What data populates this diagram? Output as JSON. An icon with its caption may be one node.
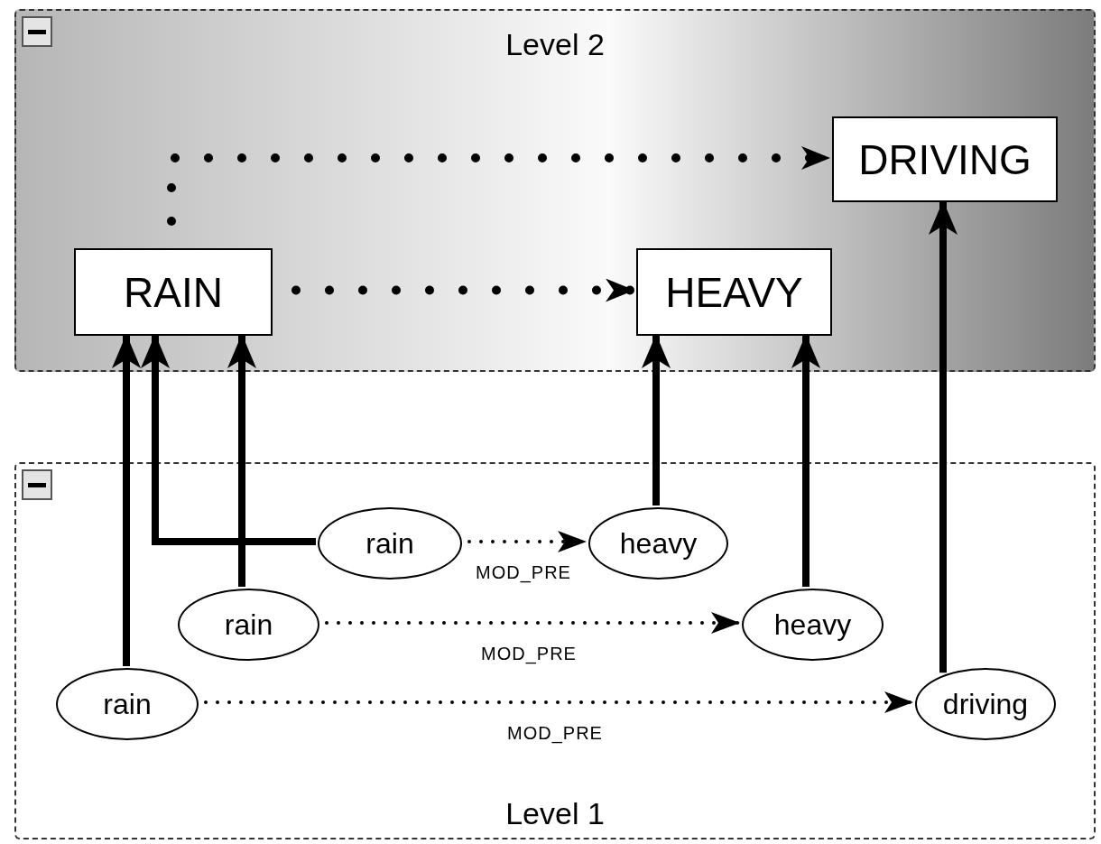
{
  "diagram": {
    "nodes": [
      {
        "text": [
          "Level 2"
        ]
      },
      {
        "text": [
          "RAIN"
        ],
        "in": 0
      },
      {
        "text": [
          "HEAVY"
        ],
        "in": 0
      },
      {
        "text": [
          "DRIVING"
        ],
        "in": 0
      },
      {
        "text": [
          "Level 1"
        ]
      },
      {
        "text": [
          "rain"
        ],
        "in": 4
      },
      {
        "text": [
          "heavy"
        ],
        "in": 4
      },
      {
        "text": [
          "rain"
        ],
        "in": 4
      },
      {
        "text": [
          "heavy"
        ],
        "in": 4
      },
      {
        "text": [
          "rain"
        ],
        "in": 4
      },
      {
        "text": [
          "driving"
        ],
        "in": 4
      }
    ],
    "edges": [
      {
        "from": 1,
        "to": 2,
        "arrow": "to",
        "style": "dashed"
      },
      {
        "from": 1,
        "to": 3,
        "arrow": "to",
        "style": "dashed"
      },
      {
        "from": 5,
        "to": 6,
        "arrow": "to",
        "style": "dashed",
        "label": "MOD_PRE"
      },
      {
        "from": 7,
        "to": 8,
        "arrow": "to",
        "style": "dashed",
        "label": "MOD_PRE"
      },
      {
        "from": 9,
        "to": 10,
        "arrow": "to",
        "style": "dashed",
        "label": "MOD_PRE"
      },
      {
        "from": 5,
        "to": 1,
        "arrow": "to"
      },
      {
        "from": 7,
        "to": 1,
        "arrow": "to"
      },
      {
        "from": 9,
        "to": 1,
        "arrow": "to"
      },
      {
        "from": 6,
        "to": 2,
        "arrow": "to"
      },
      {
        "from": 8,
        "to": 2,
        "arrow": "to"
      },
      {
        "from": 10,
        "to": 3,
        "arrow": "to"
      }
    ]
  }
}
